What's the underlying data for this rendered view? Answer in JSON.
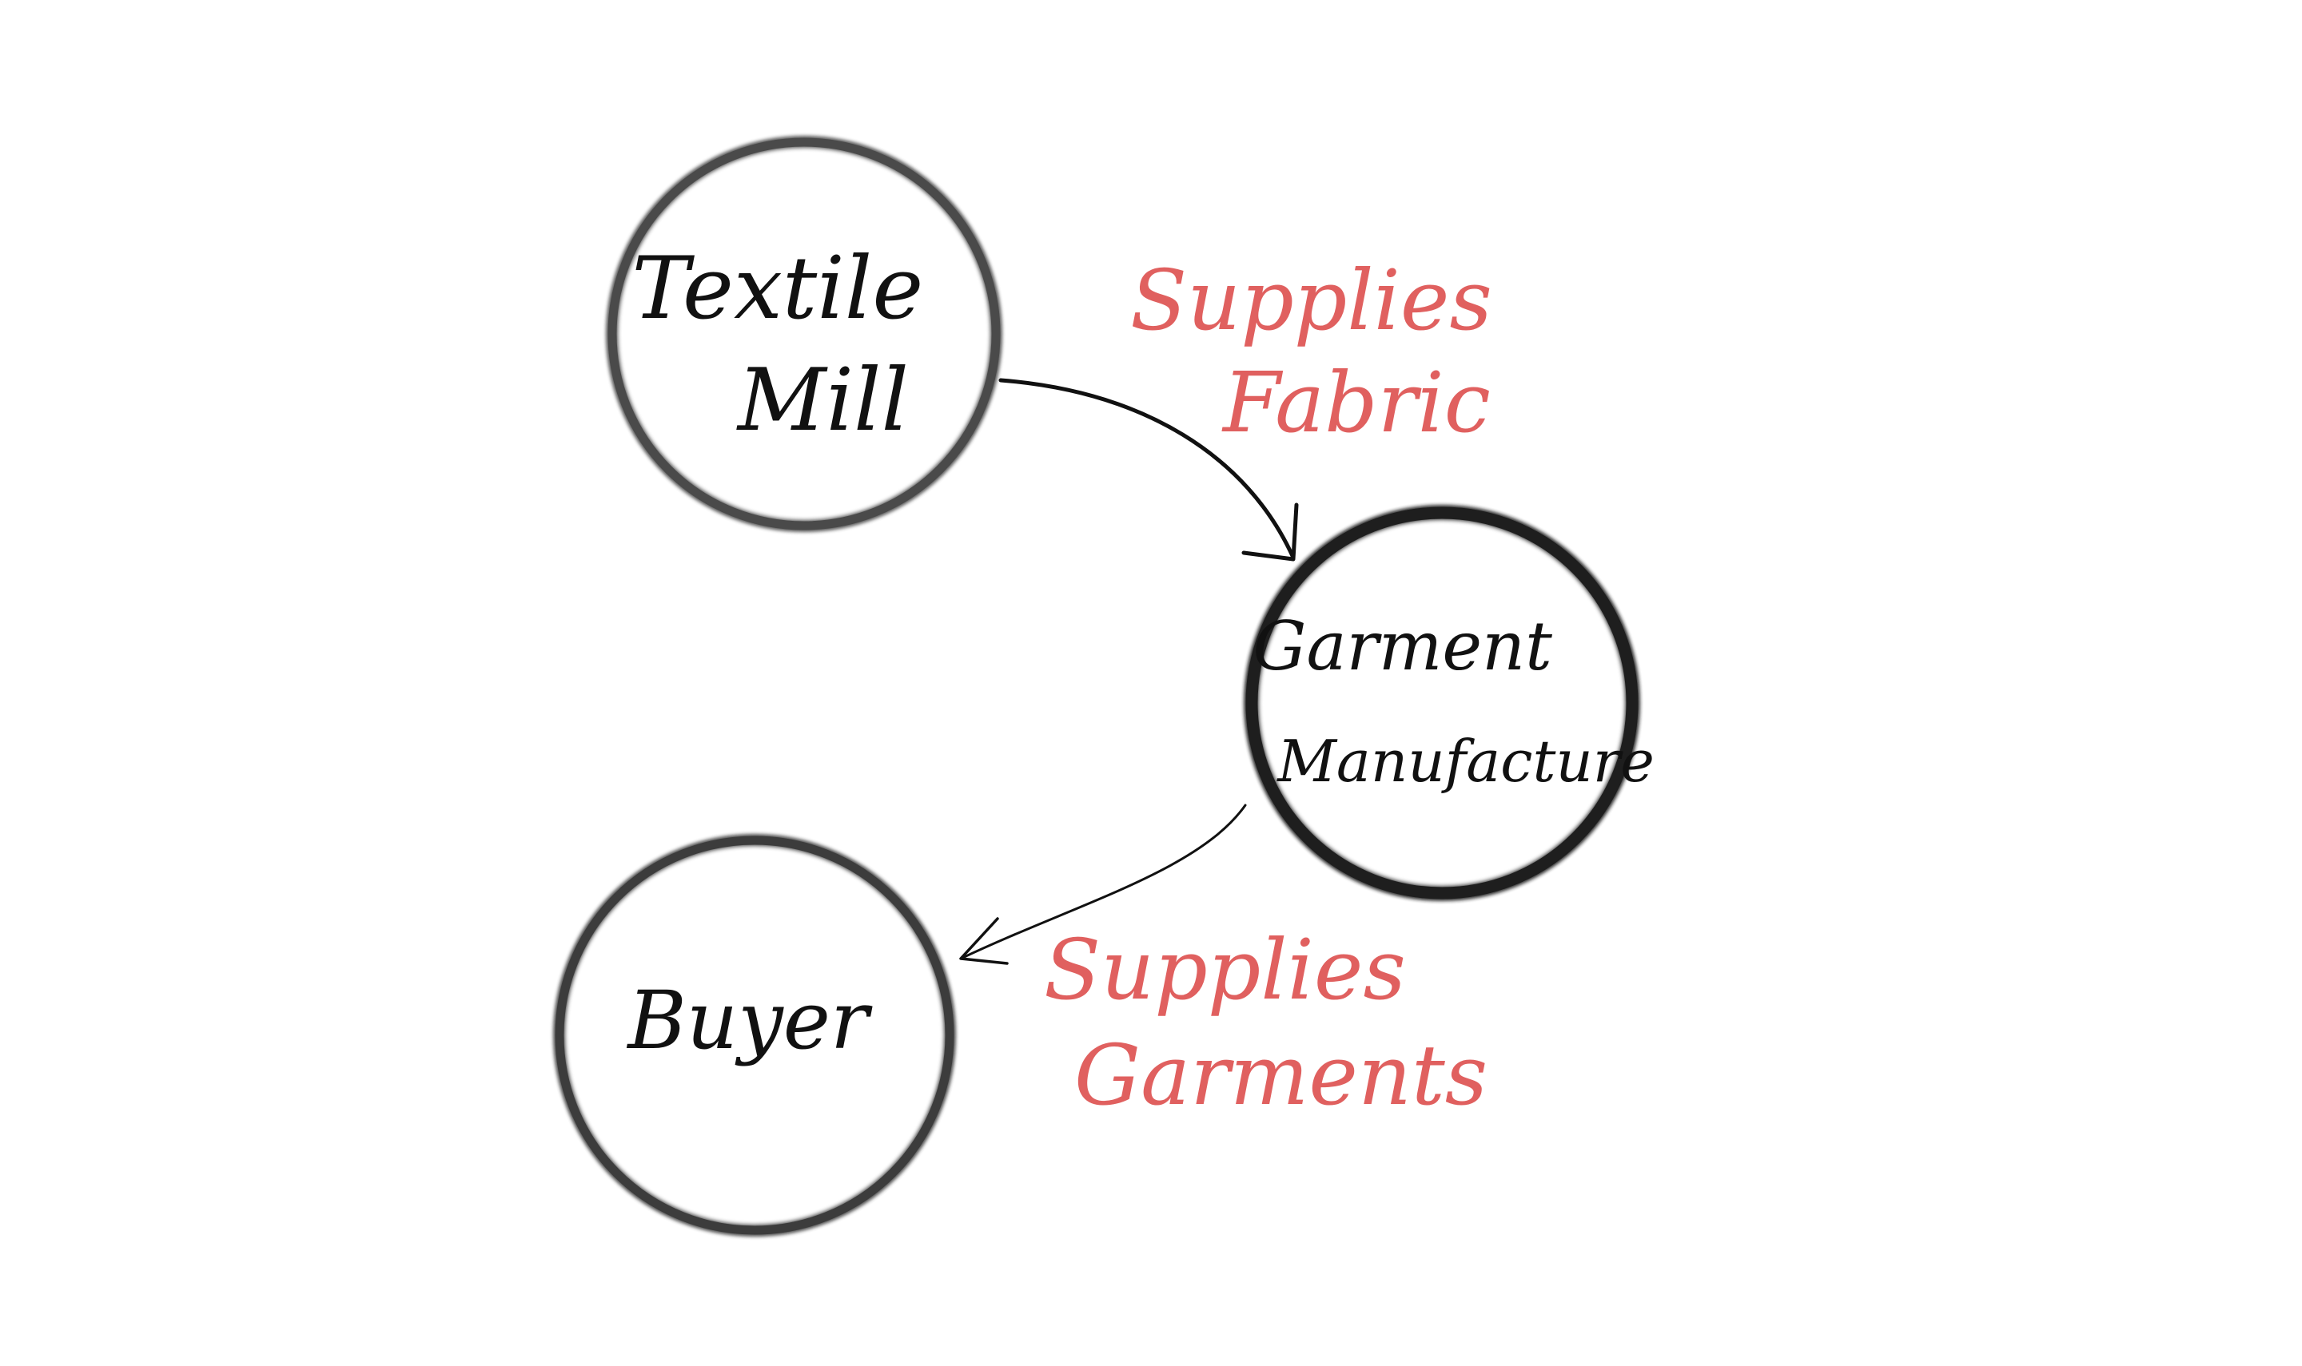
{
  "diagram": {
    "nodes": [
      {
        "id": "textile-mill",
        "lines": [
          "Textile",
          "Mill"
        ]
      },
      {
        "id": "garment-manufacture",
        "lines": [
          "Garment",
          "Manufacture"
        ]
      },
      {
        "id": "buyer",
        "lines": [
          "Buyer"
        ]
      }
    ],
    "edges": [
      {
        "from": "textile-mill",
        "to": "garment-manufacture",
        "lines": [
          "Supplies",
          "Fabric"
        ]
      },
      {
        "from": "garment-manufacture",
        "to": "buyer",
        "lines": [
          "Supplies",
          "Garments"
        ]
      }
    ],
    "colors": {
      "node_outline": "#4a4a4a",
      "node_outline_dark": "#1e1e1e",
      "node_text": "#111111",
      "edge_label": "#e0605f",
      "arrow": "#111111"
    }
  }
}
